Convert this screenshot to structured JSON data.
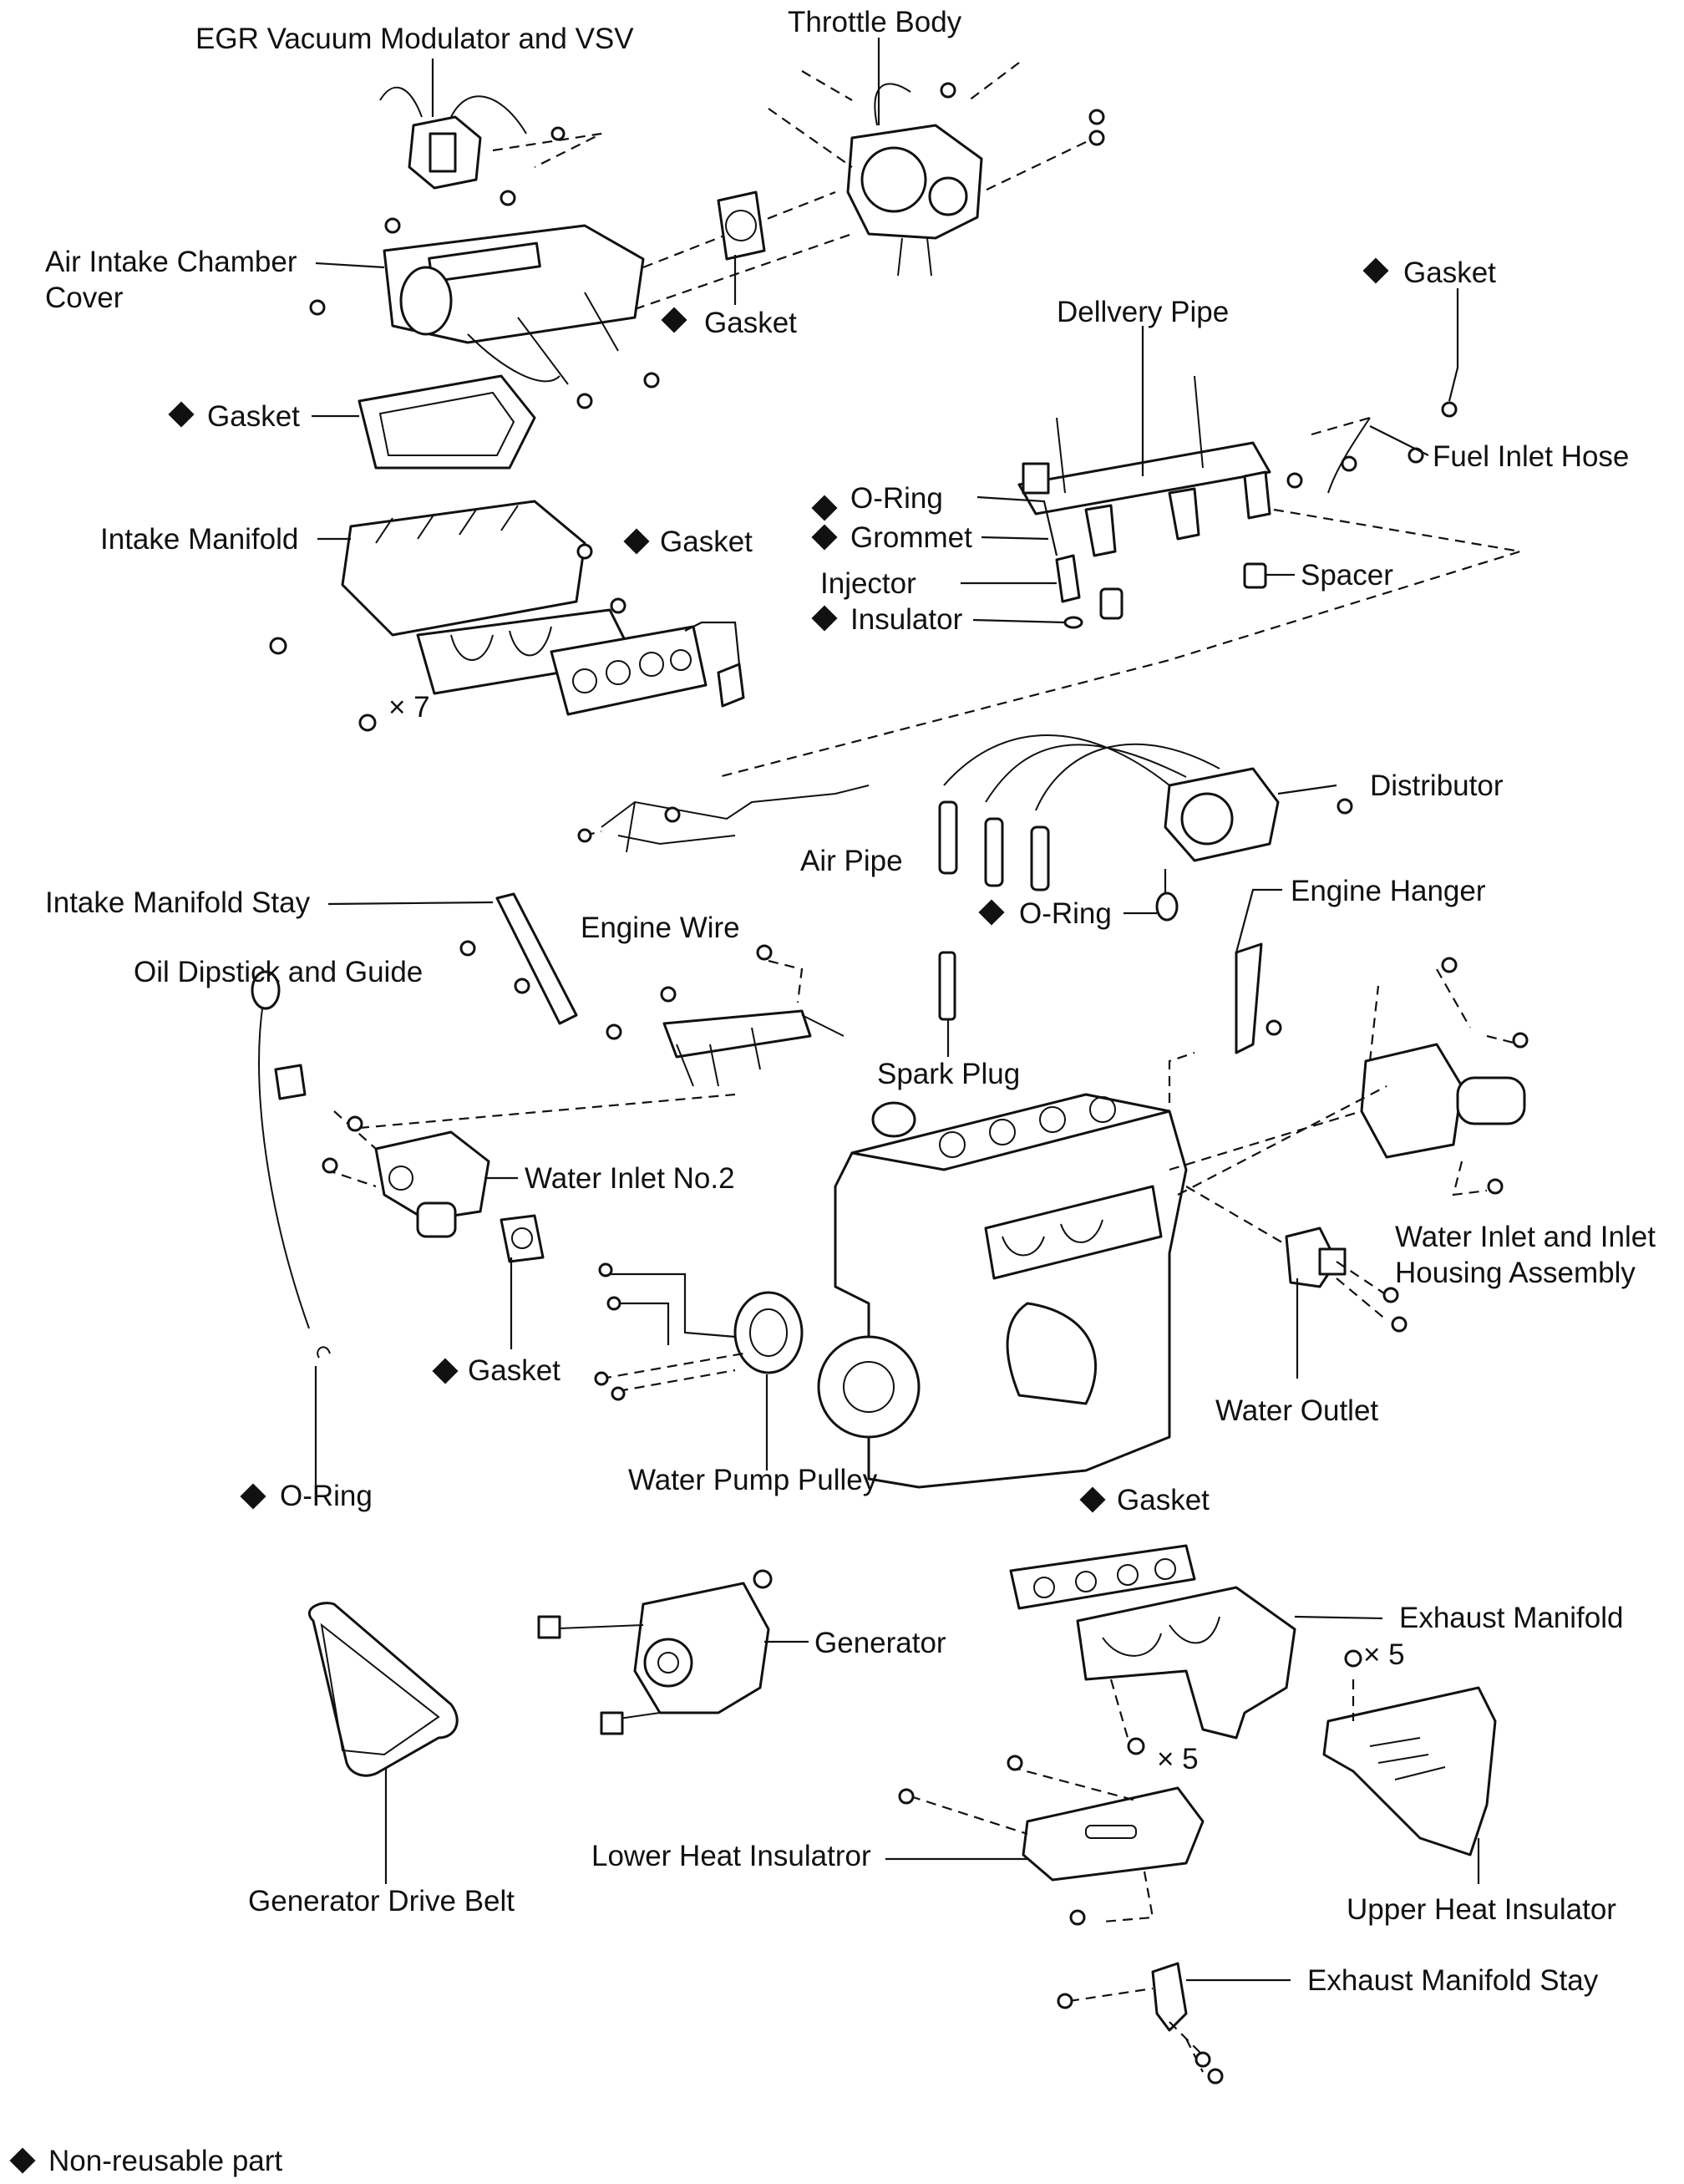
{
  "labels": {
    "egr_vacuum_modulator": "EGR Vacuum Modulator and VSV",
    "throttle_body": "Throttle Body",
    "air_intake_chamber_cover": "Air Intake Chamber",
    "air_intake_chamber_cover_2": "Cover",
    "gasket_throttle": "Gasket",
    "gasket_chamber": "Gasket",
    "gasket_fuel": "Gasket",
    "delivery_pipe": "Dellvery Pipe",
    "fuel_inlet_hose": "Fuel Inlet Hose",
    "o_ring_injector": "O-Ring",
    "grommet": "Grommet",
    "injector": "Injector",
    "insulator": "Insulator",
    "spacer": "Spacer",
    "intake_manifold": "Intake Manifold",
    "gasket_intake": "Gasket",
    "times_7": "× 7",
    "distributor": "Distributor",
    "air_pipe": "Air Pipe",
    "o_ring_distributor": "O-Ring",
    "intake_manifold_stay": "Intake Manifold Stay",
    "engine_hanger": "Engine Hanger",
    "engine_wire": "Engine Wire",
    "oil_dipstick": "Oil Dipstick and Guide",
    "spark_plug": "Spark Plug",
    "water_inlet_no2": "Water Inlet No.2",
    "water_inlet_housing": "Water Inlet and Inlet",
    "water_inlet_housing_2": "Housing Assembly",
    "gasket_water": "Gasket",
    "water_outlet": "Water Outlet",
    "o_ring_dipstick": "O-Ring",
    "water_pump_pulley": "Water Pump Pulley",
    "gasket_exhaust": "Gasket",
    "exhaust_manifold": "Exhaust Manifold",
    "generator": "Generator",
    "times_5_upper": "× 5",
    "times_5_lower": "× 5",
    "lower_heat_insulator": "Lower Heat Insulatror",
    "generator_drive_belt": "Generator Drive Belt",
    "upper_heat_insulator": "Upper Heat Insulator",
    "exhaust_manifold_stay": "Exhaust Manifold Stay"
  },
  "legend": {
    "text": "Non-reusable part",
    "icon": "diamond-icon"
  }
}
